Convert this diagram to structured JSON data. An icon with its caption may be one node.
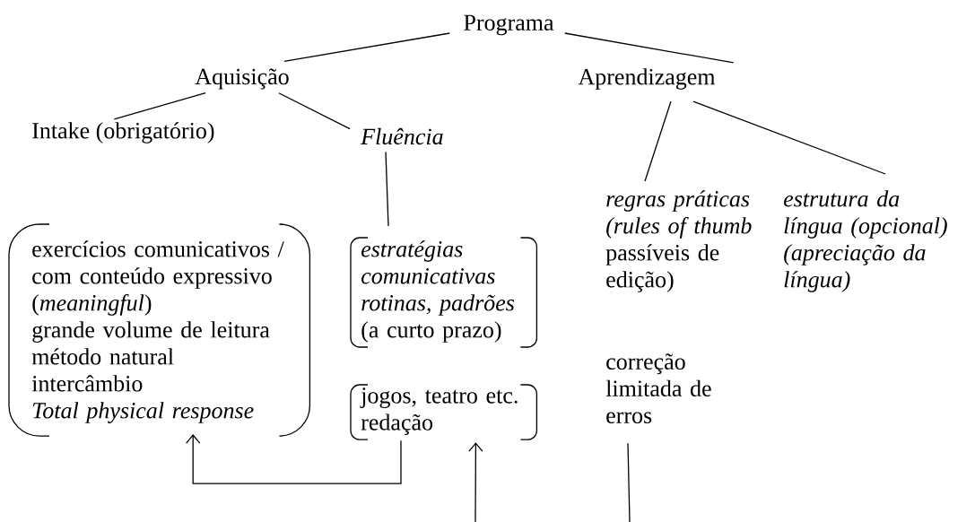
{
  "diagram": {
    "nodes": [
      {
        "text": [
          "Programa"
        ]
      },
      {
        "text": [
          "Aquisição"
        ]
      },
      {
        "text": [
          "Aprendizagem"
        ]
      },
      {
        "text": [
          "Intake (obrigatório)"
        ]
      },
      {
        "text": [
          "Fluência"
        ]
      },
      {
        "text": [
          "exercícios comunicativos / com conteúdo expressivo (*meaningful*)",
          "grande volume de leitura",
          "método natural",
          "intercâmbio",
          "Total physical response"
        ]
      },
      {
        "text": [
          "estratégias comunicativas rotinas, padrões",
          "(a curto prazo)"
        ]
      },
      {
        "text": [
          "jogos, teatro etc.",
          "redação"
        ]
      },
      {
        "text": [
          "*regras práticas (rules of thumb* passíveis de edição)"
        ]
      },
      {
        "text": [
          "correção limitada de erros"
        ]
      },
      {
        "text": [
          "estrutura da língua (opcional) (apreciação da língua)"
        ]
      }
    ],
    "edges": [
      {
        "from": 0,
        "to": 1,
        "arrow": "none"
      },
      {
        "from": 0,
        "to": 2,
        "arrow": "none"
      },
      {
        "from": 1,
        "to": 3,
        "arrow": "none"
      },
      {
        "from": 1,
        "to": 4,
        "arrow": "none"
      },
      {
        "from": 2,
        "to": 8,
        "arrow": "none"
      },
      {
        "from": 2,
        "to": 10,
        "arrow": "none"
      },
      {
        "from": 4,
        "to": 6,
        "arrow": "none"
      },
      {
        "from": 7,
        "to": 5,
        "arrow": "to"
      },
      {
        "from": null,
        "to": 7,
        "arrow": "to"
      },
      {
        "from": 9,
        "to": null,
        "arrow": "none"
      }
    ]
  }
}
